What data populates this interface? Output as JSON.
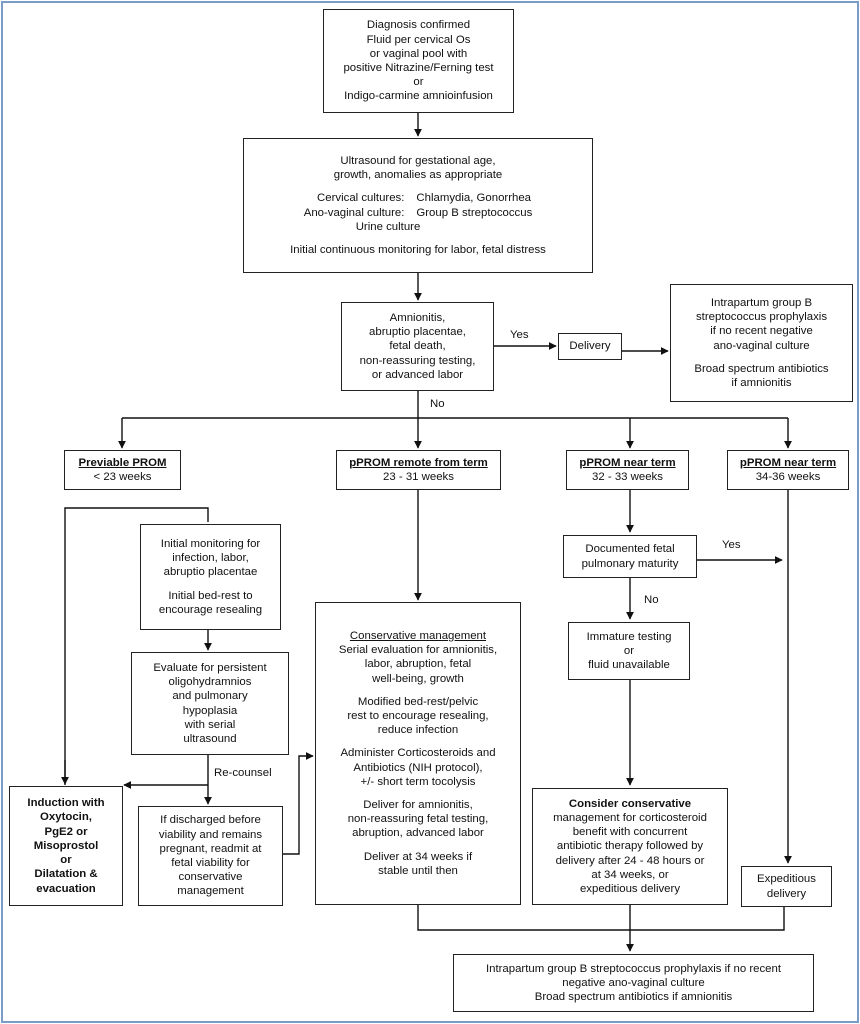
{
  "diagnosis": [
    "Diagnosis confirmed",
    "Fluid per cervical  Os",
    "or vaginal pool with",
    "positive Nitrazine/Ferning test",
    "or",
    "Indigo-carmine amnioinfusion"
  ],
  "ultrasound": {
    "lines": [
      "Ultrasound for gestational age,",
      "growth, anomalies as appropriate"
    ],
    "cultures_left": [
      "Cervical cultures:",
      "Ano-vaginal culture:"
    ],
    "cultures_right": [
      "Chlamydia, Gonorrhea",
      "Group B streptococcus"
    ],
    "urine": "Urine culture",
    "monitoring": "Initial continuous monitoring for labor, fetal distress"
  },
  "amnionitis": [
    "Amnionitis,",
    "abruptio placentae,",
    "fetal death,",
    "non-reassuring testing,",
    "or advanced labor"
  ],
  "yes_label": "Yes",
  "no_label": "No",
  "delivery": "Delivery",
  "intrapartum_top": {
    "lines": [
      "Intrapartum group B",
      "streptococcus prophylaxis",
      "if no recent negative",
      "ano-vaginal culture"
    ],
    "lines2": [
      "Broad spectrum antibiotics",
      "if amnionitis"
    ]
  },
  "cat_previable": {
    "title": "Previable  PROM",
    "sub": "< 23 weeks"
  },
  "cat_remote": {
    "title": "pPROM remote from term",
    "sub": "23 - 31 weeks"
  },
  "cat_near1": {
    "title": "pPROM near term",
    "sub": "32 - 33 weeks"
  },
  "cat_near2": {
    "title": "pPROM near term",
    "sub": "34-36 weeks"
  },
  "initial_monitoring": {
    "lines": [
      "Initial monitoring for",
      "infection, labor,",
      "abruptio placentae"
    ],
    "lines2": [
      "Initial bed-rest to",
      "encourage resealing"
    ]
  },
  "evaluate": [
    "Evaluate for persistent",
    "oligohydramnios",
    "and pulmonary",
    "hypoplasia",
    "with serial",
    "ultrasound"
  ],
  "recounsel": "Re-counsel",
  "induction": [
    "Induction with",
    "Oxytocin,",
    "PgE2 or",
    "Misoprostol",
    "or",
    "Dilatation &",
    "evacuation"
  ],
  "discharged": [
    "If discharged before",
    "viability and remains",
    "pregnant, readmit at",
    "fetal viability for",
    "conservative",
    "management"
  ],
  "conservative": {
    "title": "Conservative management",
    "p1": [
      "Serial evaluation for amnionitis,",
      "labor, abruption, fetal",
      "well-being, growth"
    ],
    "p2": [
      "Modified bed-rest/pelvic",
      "rest to encourage resealing,",
      "reduce infection"
    ],
    "p3": [
      "Administer Corticosteroids and",
      "Antibiotics (NIH protocol),",
      "+/- short term tocolysis"
    ],
    "p4": [
      "Deliver for amnionitis,",
      "non-reassuring fetal testing,",
      "abruption, advanced labor"
    ],
    "p5": [
      "Deliver at 34 weeks if",
      "stable until then"
    ]
  },
  "documented": [
    "Documented fetal",
    "pulmonary maturity"
  ],
  "immature": [
    "Immature testing",
    "or",
    "fluid unavailable"
  ],
  "consider": [
    "Consider conservative",
    "management for corticosteroid",
    "benefit with concurrent",
    "antibiotic therapy followed by",
    "delivery after 24 - 48 hours or",
    "at 34 weeks, or",
    "expeditious delivery"
  ],
  "expeditious": [
    "Expeditious",
    "delivery"
  ],
  "intrapartum_bottom": [
    "Intrapartum group B streptococcus prophylaxis if no recent",
    "negative ano-vaginal culture",
    "Broad spectrum antibiotics if amnionitis"
  ]
}
